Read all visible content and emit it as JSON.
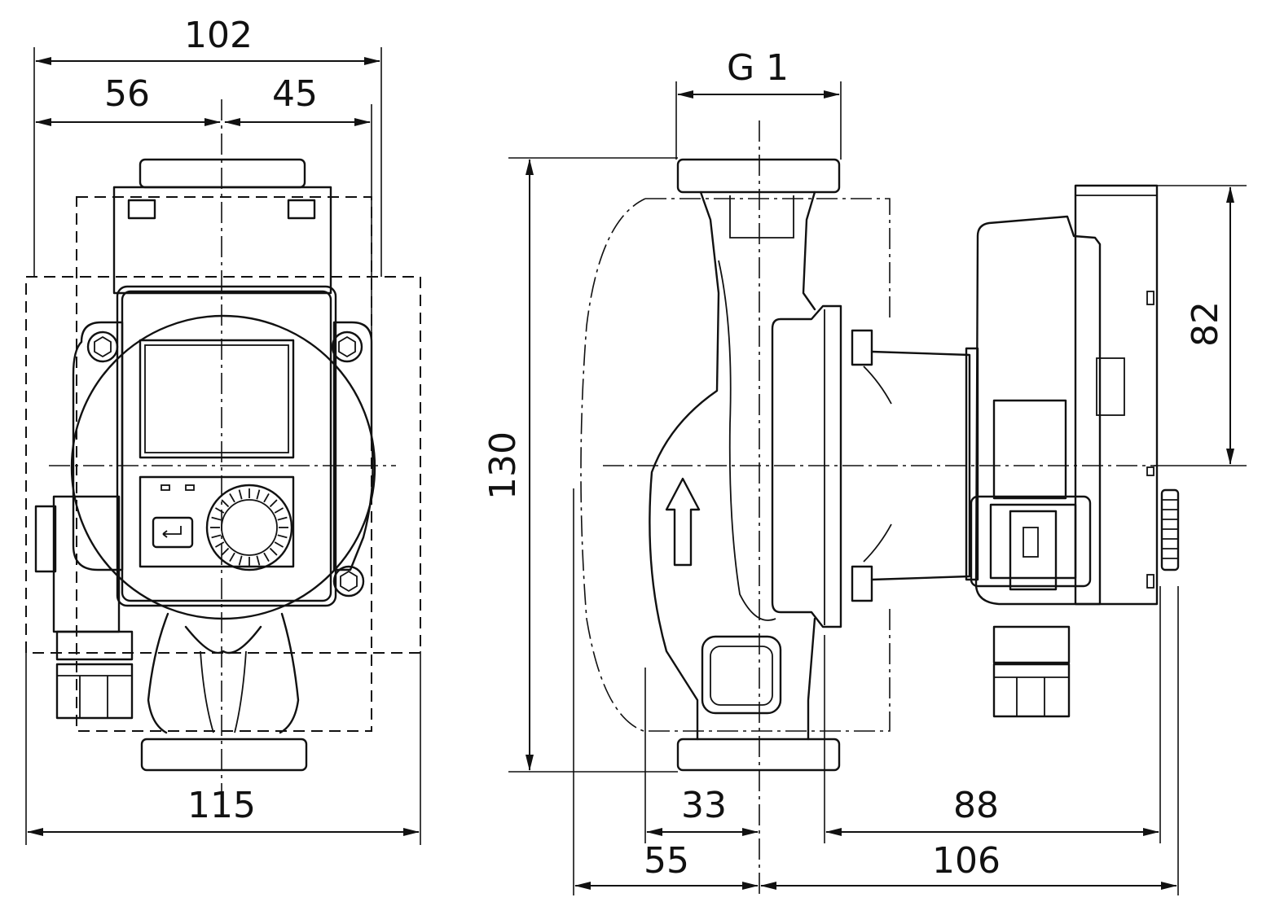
{
  "front_view": {
    "overall_width_top": "102",
    "left_of_center": "56",
    "right_of_center": "45",
    "overall_width_bottom": "115"
  },
  "side_view": {
    "connection_thread": "G 1",
    "height": "130",
    "control_box_height": "82",
    "inlet_offset": "33",
    "rear_offset": "55",
    "motor_length": "88",
    "total_depth": "106"
  }
}
